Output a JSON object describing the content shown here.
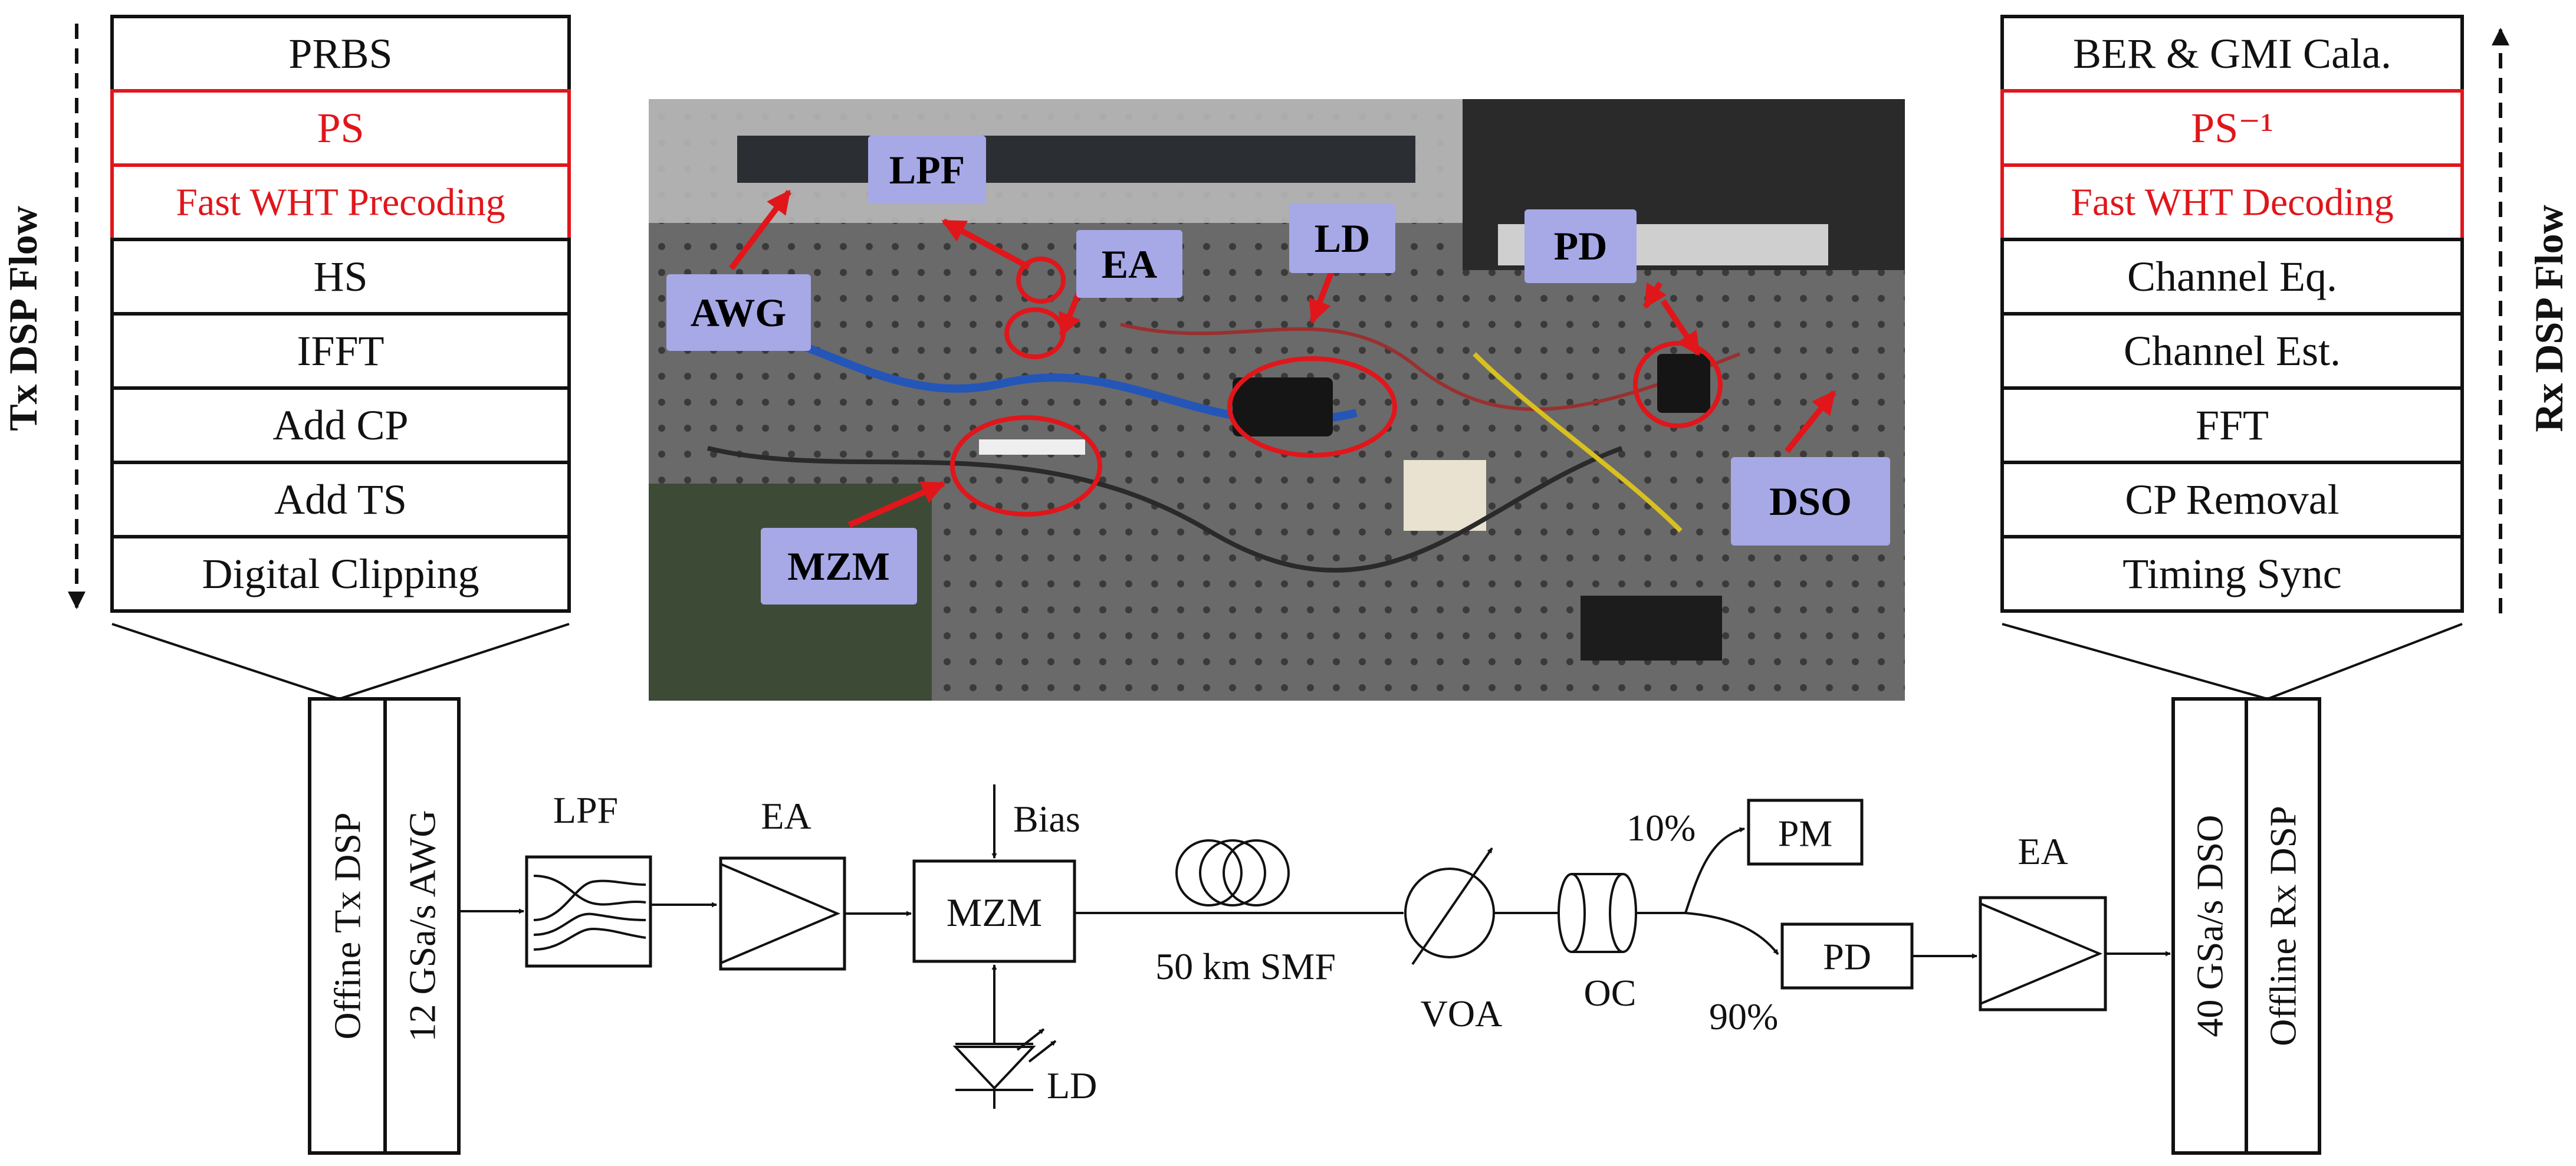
{
  "colors": {
    "black": "#111111",
    "highlight_red": "#e0161b",
    "label_tag_fill": "#a7a8e6",
    "photo_bg": "#5b5b5b"
  },
  "tx": {
    "flow_label": "Tx DSP Flow",
    "steps": [
      {
        "label": "PRBS",
        "highlight": false
      },
      {
        "label": "PS",
        "highlight": true
      },
      {
        "label": "Fast WHT Precoding",
        "highlight": true
      },
      {
        "label": "HS",
        "highlight": false
      },
      {
        "label": "IFFT",
        "highlight": false
      },
      {
        "label": "Add CP",
        "highlight": false
      },
      {
        "label": "Add TS",
        "highlight": false
      },
      {
        "label": "Digital Clipping",
        "highlight": false
      }
    ],
    "box_labels": [
      "Offine Tx DSP",
      "12 GSa/s AWG"
    ]
  },
  "rx": {
    "flow_label": "Rx DSP Flow",
    "steps": [
      {
        "label": "BER & GMI Cala.",
        "highlight": false
      },
      {
        "label": "PS⁻¹",
        "highlight": true
      },
      {
        "label": "Fast WHT Decoding",
        "highlight": true
      },
      {
        "label": "Channel Eq.",
        "highlight": false
      },
      {
        "label": "Channel Est.",
        "highlight": false
      },
      {
        "label": "FFT",
        "highlight": false
      },
      {
        "label": "CP Removal",
        "highlight": false
      },
      {
        "label": "Timing Sync",
        "highlight": false
      }
    ],
    "box_labels": [
      "40 GSa/s DSO",
      "Offline Rx DSP"
    ]
  },
  "photo": {
    "tags": [
      "LPF",
      "EA",
      "LD",
      "PD",
      "AWG",
      "MZM",
      "DSO"
    ]
  },
  "chain": {
    "lpf": "LPF",
    "ea_tx": "EA",
    "mzm": "MZM",
    "bias": "Bias",
    "ld": "LD",
    "fiber": "50 km SMF",
    "voa": "VOA",
    "oc": "OC",
    "split_10": "10%",
    "split_90": "90%",
    "pm": "PM",
    "pd": "PD",
    "ea_rx": "EA"
  }
}
